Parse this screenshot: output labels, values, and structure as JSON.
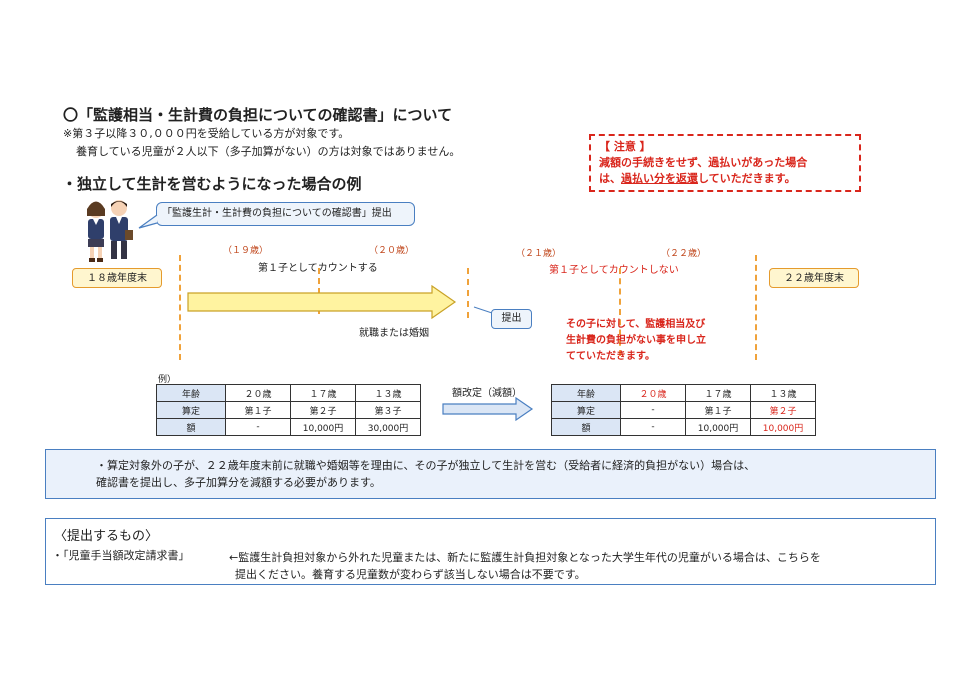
{
  "header": {
    "title": "〇「監護相当・生計費の負担についての確認書」について",
    "note1": "※第３子以降３０,０００円を受給している方が対象です。",
    "note2": "養育している児童が２人以下（多子加算がない）の方は対象ではありません。"
  },
  "caution": {
    "heading": "【 注意 】",
    "line1": "減額の手続きをせず、過払いがあった場合",
    "line2_prefix": "は、",
    "line2_underlined": "過払い分を返還",
    "line2_suffix": "していただきます。"
  },
  "section": {
    "heading": "・独立して生計を営むようになった場合の例"
  },
  "timeline": {
    "callout": "「監護生計・生計費の負担についての確認書」提出",
    "start_label": "１８歳年度末",
    "end_label": "２２歳年度末",
    "age19": "（１９歳）",
    "age20": "（２０歳）",
    "age21": "（２１歳）",
    "age22": "（２２歳）",
    "count_yes": "第１子としてカウントする",
    "count_no": "第１子としてカウントしない",
    "employ": "就職または婚姻",
    "submit": "提出",
    "declare1": "その子に対して、監護相当及び",
    "declare2": "生計費の負担がない事を申し立",
    "declare3": "てていただきます。"
  },
  "tables": {
    "example_label": "例）",
    "arrow_label": "額改定（減額）",
    "before": {
      "rows": [
        [
          "年齢",
          "２０歳",
          "１７歳",
          "１３歳"
        ],
        [
          "算定",
          "第１子",
          "第２子",
          "第３子"
        ],
        [
          "額",
          "-",
          "10,000円",
          "30,000円"
        ]
      ]
    },
    "after": {
      "rows": [
        [
          "年齢",
          "２０歳",
          "１７歳",
          "１３歳"
        ],
        [
          "算定",
          "-",
          "第１子",
          "第２子"
        ],
        [
          "額",
          "-",
          "10,000円",
          "10,000円"
        ]
      ]
    }
  },
  "info": {
    "line1": "・算定対象外の子が、２２歳年度末前に就職や婚姻等を理由に、その子が独立して生計を営む（受給者に経済的負担がない）場合は、",
    "line2": "確認書を提出し、多子加算分を減額する必要があります。"
  },
  "submit_section": {
    "heading": "〈提出するもの〉",
    "item": "・「児童手当額改定請求書」",
    "desc1": "←監護生計負担対象から外れた児童または、新たに監護生計負担対象となった大学生年代の児童がいる場合は、こちらを",
    "desc2": "提出ください。養育する児童数が変わらず該当しない場合は不要です。"
  },
  "colors": {
    "accent_red": "#d9261c",
    "accent_blue": "#4a7fc1",
    "arrow_yellow": "#fff3a0",
    "label_orange": "#e59b2d"
  }
}
